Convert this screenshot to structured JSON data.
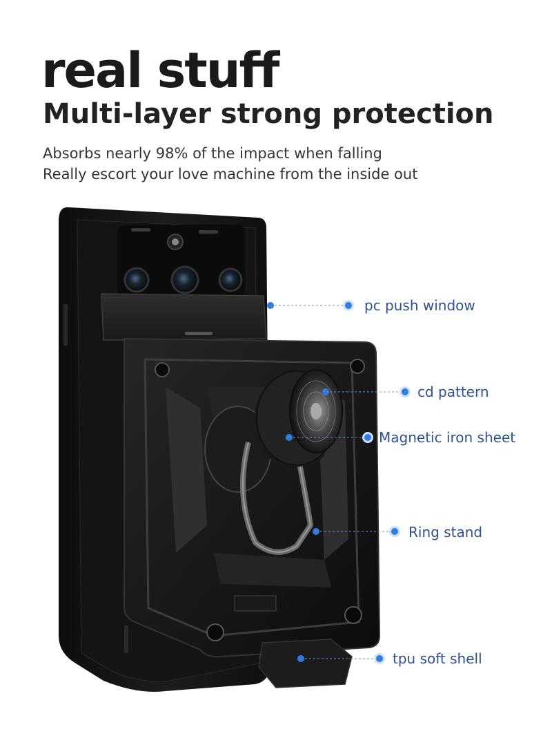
{
  "header": {
    "title": "real stuff",
    "subtitle": "Multi-layer strong protection",
    "description_lines": [
      "Absorbs nearly 98% of the impact when falling",
      "Really escort your love machine from the inside out"
    ]
  },
  "callouts": [
    {
      "label": "pc push window"
    },
    {
      "label": "cd pattern"
    },
    {
      "label": "Magnetic iron sheet"
    },
    {
      "label": "Ring stand"
    },
    {
      "label": "tpu soft shell"
    }
  ],
  "colors": {
    "accent": "#2f7de0",
    "case_black": "#151515",
    "case_gray": "#3a3a3a",
    "label_text": "#2a4fa3"
  }
}
